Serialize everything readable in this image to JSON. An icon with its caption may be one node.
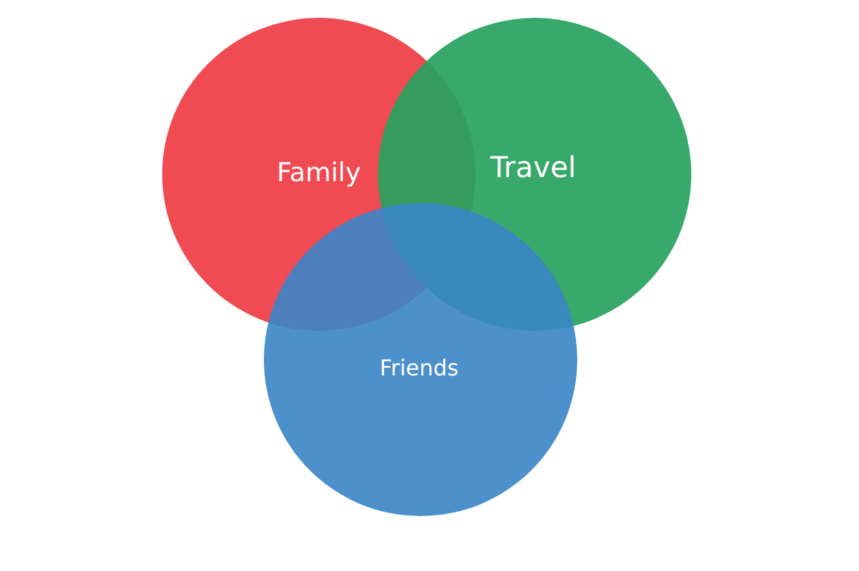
{
  "diagram": {
    "nodes": [
      {
        "text": [
          "Family"
        ]
      },
      {
        "text": [
          "Travel"
        ]
      },
      {
        "text": [
          "Friends"
        ]
      }
    ]
  }
}
